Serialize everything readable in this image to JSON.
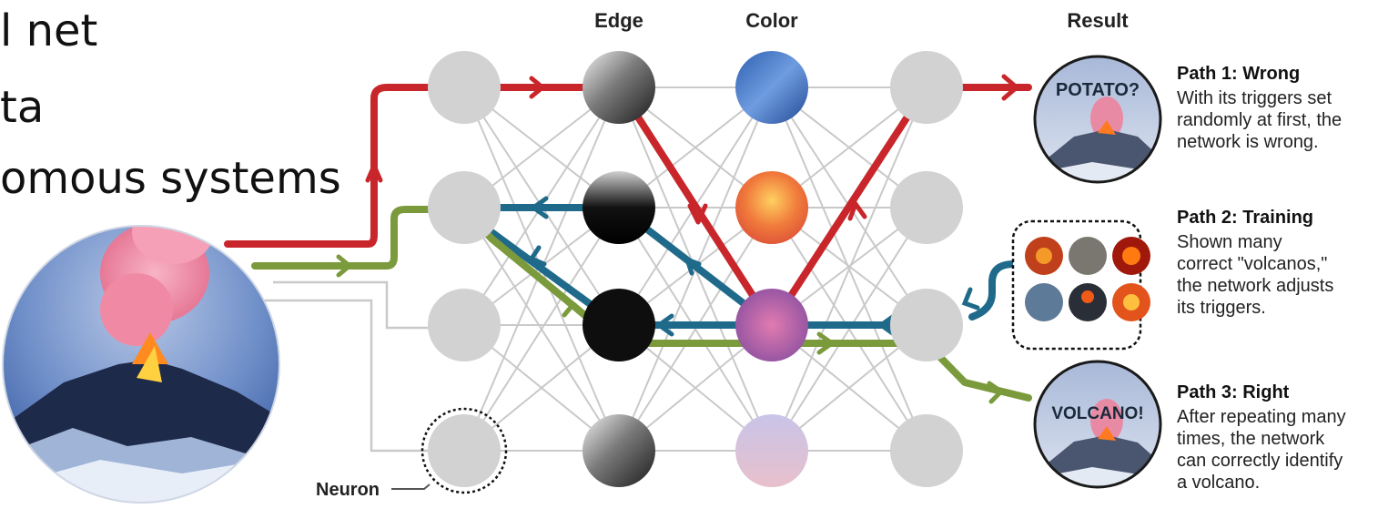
{
  "slide_text": {
    "line1": "l net",
    "line2": "ta",
    "line3": "omous systems"
  },
  "column_headers": {
    "edge": "Edge",
    "color": "Color",
    "result": "Result"
  },
  "result_labels": {
    "wrong": "POTATO?",
    "right": "VOLCANO!"
  },
  "neuron_label": "Neuron",
  "paths": [
    {
      "title": "Path 1: Wrong",
      "lines": [
        "With its triggers set",
        "randomly at first, the",
        "network is wrong."
      ]
    },
    {
      "title": "Path 2: Training",
      "lines": [
        "Shown many",
        "correct \"volcanos,\"",
        "the network adjusts",
        "its triggers."
      ]
    },
    {
      "title": "Path 3: Right",
      "lines": [
        "After repeating many",
        "times, the network",
        "can correctly identify",
        "a volcano."
      ]
    }
  ],
  "colors": {
    "wrong_path": "#c8262a",
    "training_path": "#1f6a8a",
    "right_path": "#7a9a3c",
    "neuron": "#d2d2d2",
    "connection": "#c9c9c9"
  }
}
